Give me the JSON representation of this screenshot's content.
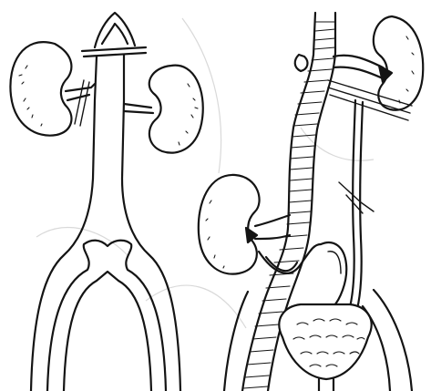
{
  "figure": {
    "panels": [
      {
        "id": "left",
        "structures": [
          "kidney-left",
          "kidney-right",
          "aorta-trunk",
          "bifurcation"
        ]
      },
      {
        "id": "right",
        "structures": [
          "kidney-upper-right",
          "kidney-transplanted",
          "vascular-trunk",
          "bladder",
          "ureter"
        ]
      }
    ]
  },
  "colors": {
    "ink": "#141414",
    "paper": "#ffffff",
    "ghost": "#d9d9d9"
  }
}
